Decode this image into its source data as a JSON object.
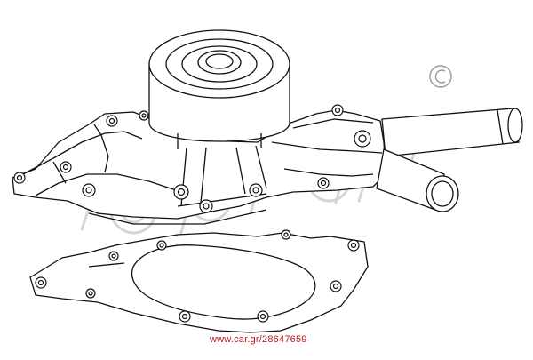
{
  "image": {
    "subject": "water-pump-with-gasket-line-drawing",
    "watermark_logo_text": "topran",
    "copyright_symbol": "©",
    "source_url": "www.car.gr/28647659"
  },
  "colors": {
    "background": "#ffffff",
    "line": "#111111",
    "watermark": "#d8d8d8",
    "url_text": "#c0161b"
  }
}
